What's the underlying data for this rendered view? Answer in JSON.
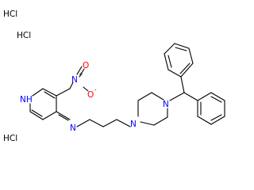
{
  "salts": [
    "HCl",
    "HCl",
    "HCl"
  ],
  "atoms": {
    "ring_nh": "NH",
    "nitro_n": "N",
    "nitro_n_charge": "+",
    "nitro_o": "O",
    "nitro_o_minus": "O",
    "nitro_o_minus_charge": "-",
    "amine_n": "N",
    "pip_n1": "N",
    "pip_n2": "N"
  },
  "colors": {
    "bond": "#000000",
    "nitrogen": "#0000ff",
    "oxygen": "#ff0000",
    "text": "#000000"
  }
}
